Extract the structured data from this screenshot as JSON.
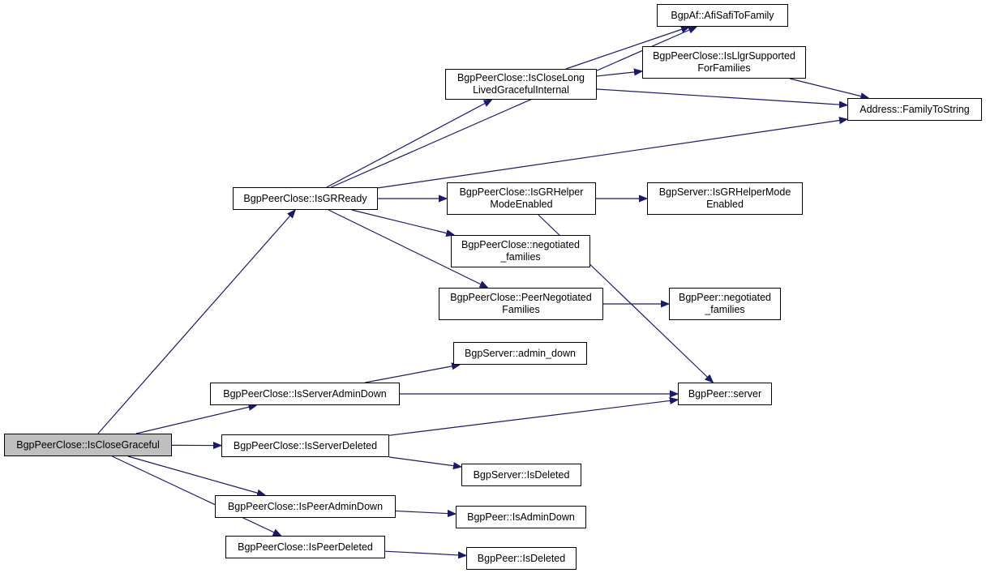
{
  "colors": {
    "edge": "#191970",
    "root_fill": "#bfbfbf",
    "node_fill": "#ffffff",
    "border": "#000000"
  },
  "nodes": {
    "close_graceful": {
      "lines": [
        "BgpPeerClose::IsCloseGraceful"
      ]
    },
    "gr_ready": {
      "lines": [
        "BgpPeerClose::IsGRReady"
      ]
    },
    "close_llgr_internal": {
      "lines": [
        "BgpPeerClose::IsCloseLong",
        "LivedGracefulInternal"
      ]
    },
    "afi_safi_to_family": {
      "lines": [
        "BgpAf::AfiSafiToFamily"
      ]
    },
    "llgr_supported": {
      "lines": [
        "BgpPeerClose::IsLlgrSupported",
        "ForFamilies"
      ]
    },
    "family_to_string": {
      "lines": [
        "Address::FamilyToString"
      ]
    },
    "gr_helper_mode": {
      "lines": [
        "BgpPeerClose::IsGRHelper",
        "ModeEnabled"
      ]
    },
    "server_gr_helper": {
      "lines": [
        "BgpServer::IsGRHelperMode",
        "Enabled"
      ]
    },
    "negotiated_families": {
      "lines": [
        "BgpPeerClose::negotiated",
        "_families"
      ]
    },
    "peer_negotiated_families": {
      "lines": [
        "BgpPeerClose::PeerNegotiated",
        "Families"
      ]
    },
    "peer_negotiated": {
      "lines": [
        "BgpPeer::negotiated",
        "_families"
      ]
    },
    "admin_down": {
      "lines": [
        "BgpServer::admin_down"
      ]
    },
    "server_admin_down": {
      "lines": [
        "BgpPeerClose::IsServerAdminDown"
      ]
    },
    "peer_server": {
      "lines": [
        "BgpPeer::server"
      ]
    },
    "server_deleted": {
      "lines": [
        "BgpPeerClose::IsServerDeleted"
      ]
    },
    "server_is_deleted": {
      "lines": [
        "BgpServer::IsDeleted"
      ]
    },
    "peer_admin_down": {
      "lines": [
        "BgpPeerClose::IsPeerAdminDown"
      ]
    },
    "peer_is_admin_down": {
      "lines": [
        "BgpPeer::IsAdminDown"
      ]
    },
    "peer_deleted": {
      "lines": [
        "BgpPeerClose::IsPeerDeleted"
      ]
    },
    "peer_is_deleted": {
      "lines": [
        "BgpPeer::IsDeleted"
      ]
    }
  },
  "edges": [
    [
      "close_graceful",
      "gr_ready"
    ],
    [
      "close_graceful",
      "server_admin_down"
    ],
    [
      "close_graceful",
      "server_deleted"
    ],
    [
      "close_graceful",
      "peer_admin_down"
    ],
    [
      "close_graceful",
      "peer_deleted"
    ],
    [
      "gr_ready",
      "afi_safi_to_family"
    ],
    [
      "gr_ready",
      "close_llgr_internal"
    ],
    [
      "gr_ready",
      "family_to_string"
    ],
    [
      "gr_ready",
      "gr_helper_mode"
    ],
    [
      "gr_ready",
      "negotiated_families"
    ],
    [
      "gr_ready",
      "peer_negotiated_families"
    ],
    [
      "close_llgr_internal",
      "afi_safi_to_family"
    ],
    [
      "close_llgr_internal",
      "llgr_supported"
    ],
    [
      "close_llgr_internal",
      "family_to_string"
    ],
    [
      "llgr_supported",
      "family_to_string"
    ],
    [
      "gr_helper_mode",
      "server_gr_helper"
    ],
    [
      "gr_helper_mode",
      "peer_server"
    ],
    [
      "peer_negotiated_families",
      "peer_negotiated"
    ],
    [
      "server_admin_down",
      "admin_down"
    ],
    [
      "server_admin_down",
      "peer_server"
    ],
    [
      "server_deleted",
      "peer_server"
    ],
    [
      "server_deleted",
      "server_is_deleted"
    ],
    [
      "peer_admin_down",
      "peer_is_admin_down"
    ],
    [
      "peer_deleted",
      "peer_is_deleted"
    ]
  ]
}
